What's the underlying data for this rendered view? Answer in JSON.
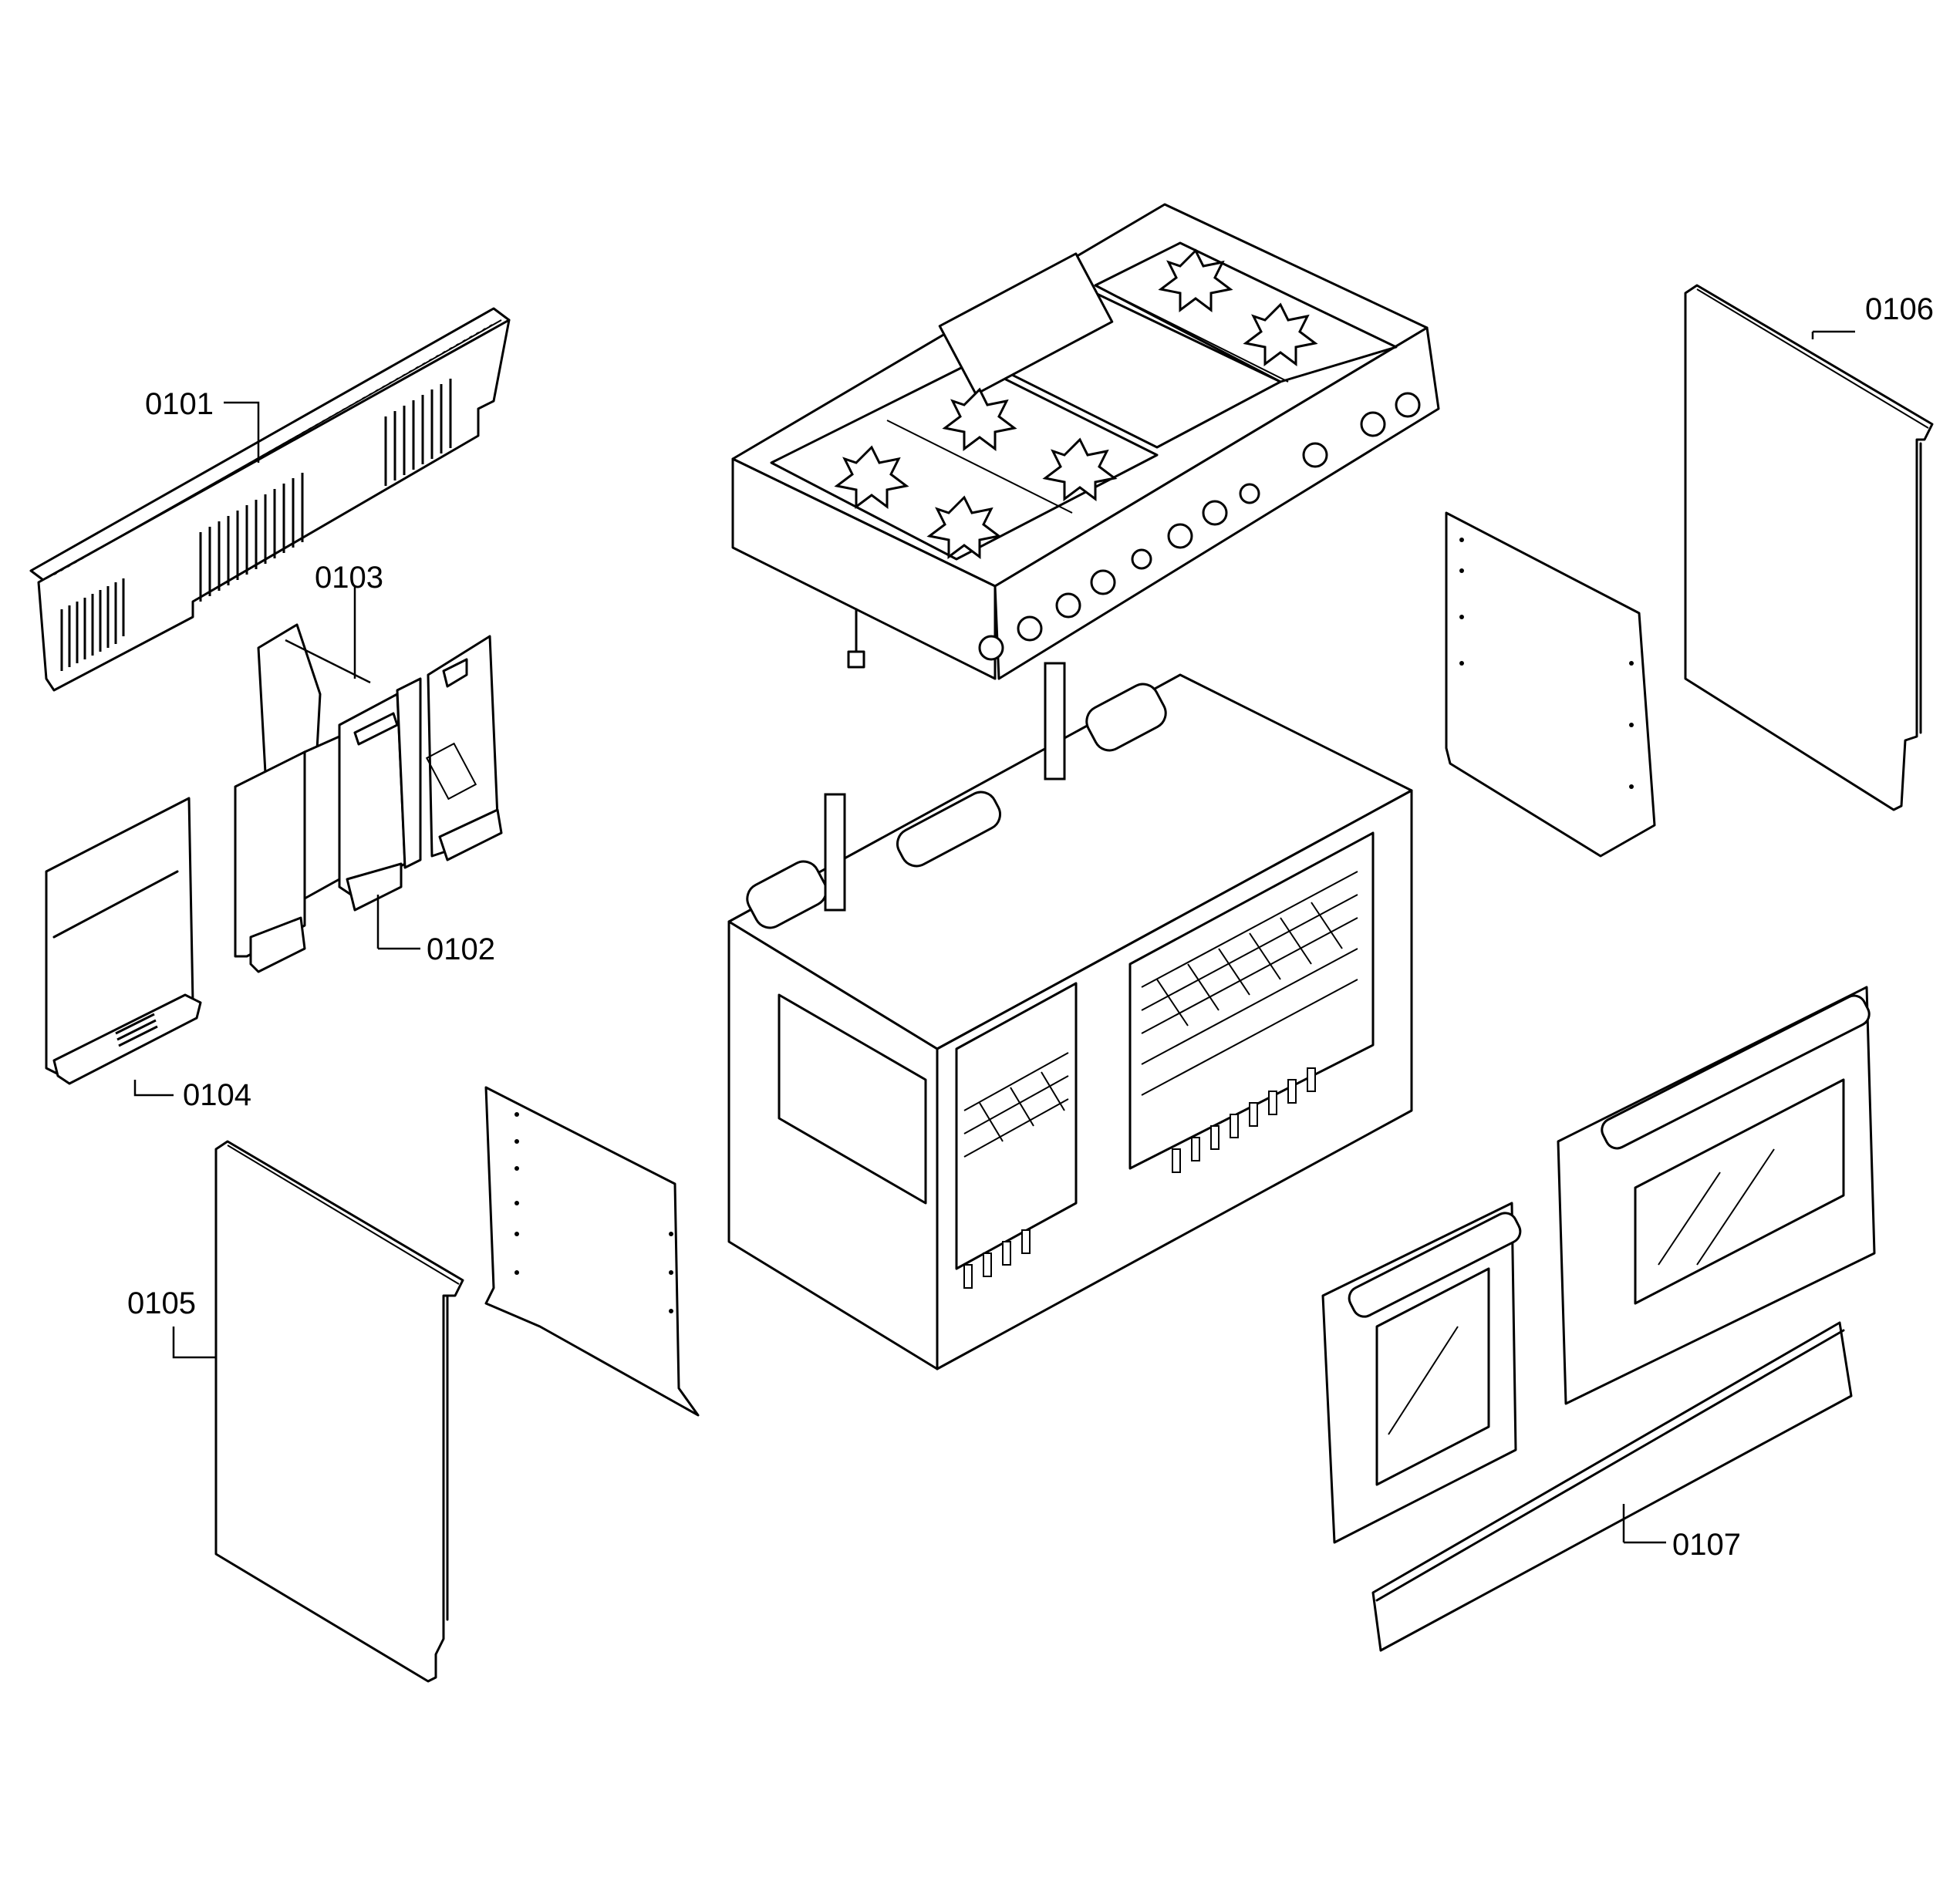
{
  "callouts": [
    {
      "id": "c0101",
      "text": "0101"
    },
    {
      "id": "c0102",
      "text": "0102"
    },
    {
      "id": "c0103",
      "text": "0103"
    },
    {
      "id": "c0104",
      "text": "0104"
    },
    {
      "id": "c0105",
      "text": "0105"
    },
    {
      "id": "c0106",
      "text": "0106"
    },
    {
      "id": "c0107",
      "text": "0107"
    }
  ]
}
